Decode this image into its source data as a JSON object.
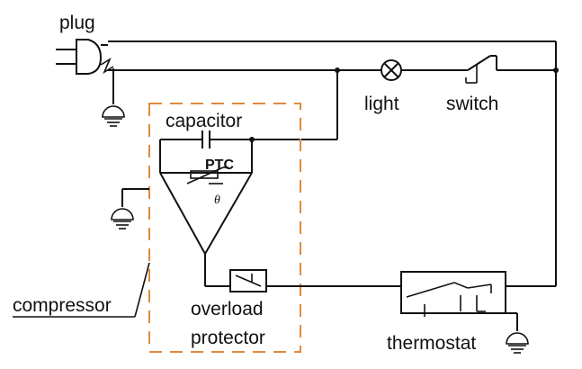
{
  "diagram": {
    "labels": {
      "plug": "plug",
      "light": "light",
      "switch": "switch",
      "capacitor": "capacitor",
      "ptc": "PTC",
      "theta": "θ",
      "compressor": "compressor",
      "overload_1": "overload",
      "overload_2": "protector",
      "thermostat": "thermostat"
    },
    "colors": {
      "wire": "#111111",
      "compressor_box": "#e08a3c"
    }
  }
}
